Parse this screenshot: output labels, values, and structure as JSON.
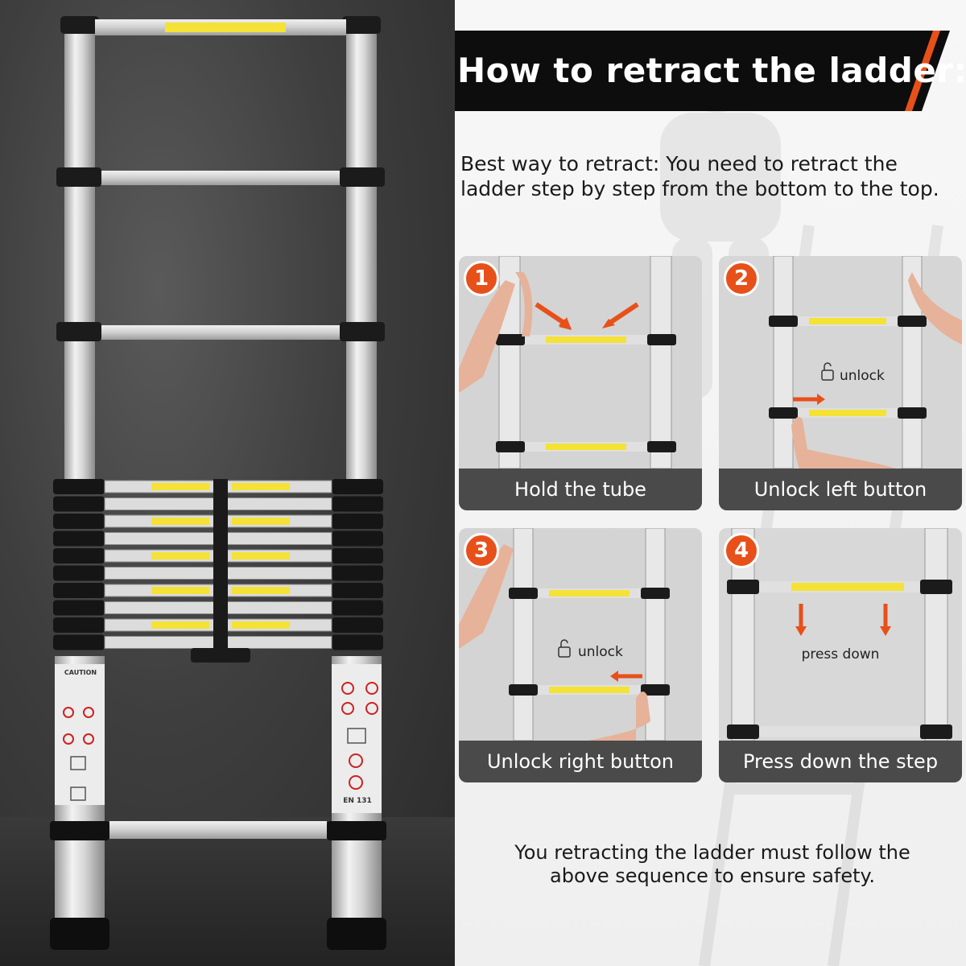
{
  "banner": {
    "title": "How to retract the ladder:"
  },
  "intro": {
    "text": "Best way to retract: You need to retract the ladder step by step from the bottom to the top."
  },
  "steps": [
    {
      "number": "1",
      "caption": "Hold the tube",
      "note": ""
    },
    {
      "number": "2",
      "caption": "Unlock left button",
      "note": "unlock"
    },
    {
      "number": "3",
      "caption": "Unlock right button",
      "note": "unlock"
    },
    {
      "number": "4",
      "caption": "Press down the step",
      "note": "press down"
    }
  ],
  "product": {
    "caution_label": "CAUTION",
    "standard_label": "EN 131"
  },
  "footer": {
    "text": "You retracting the ladder must follow the above sequence to ensure safety."
  },
  "colors": {
    "accent": "#e8501a",
    "banner_bg": "#0d0d0d",
    "caption_bg": "#4a4a4a",
    "label_yellow": "#f5e236"
  }
}
